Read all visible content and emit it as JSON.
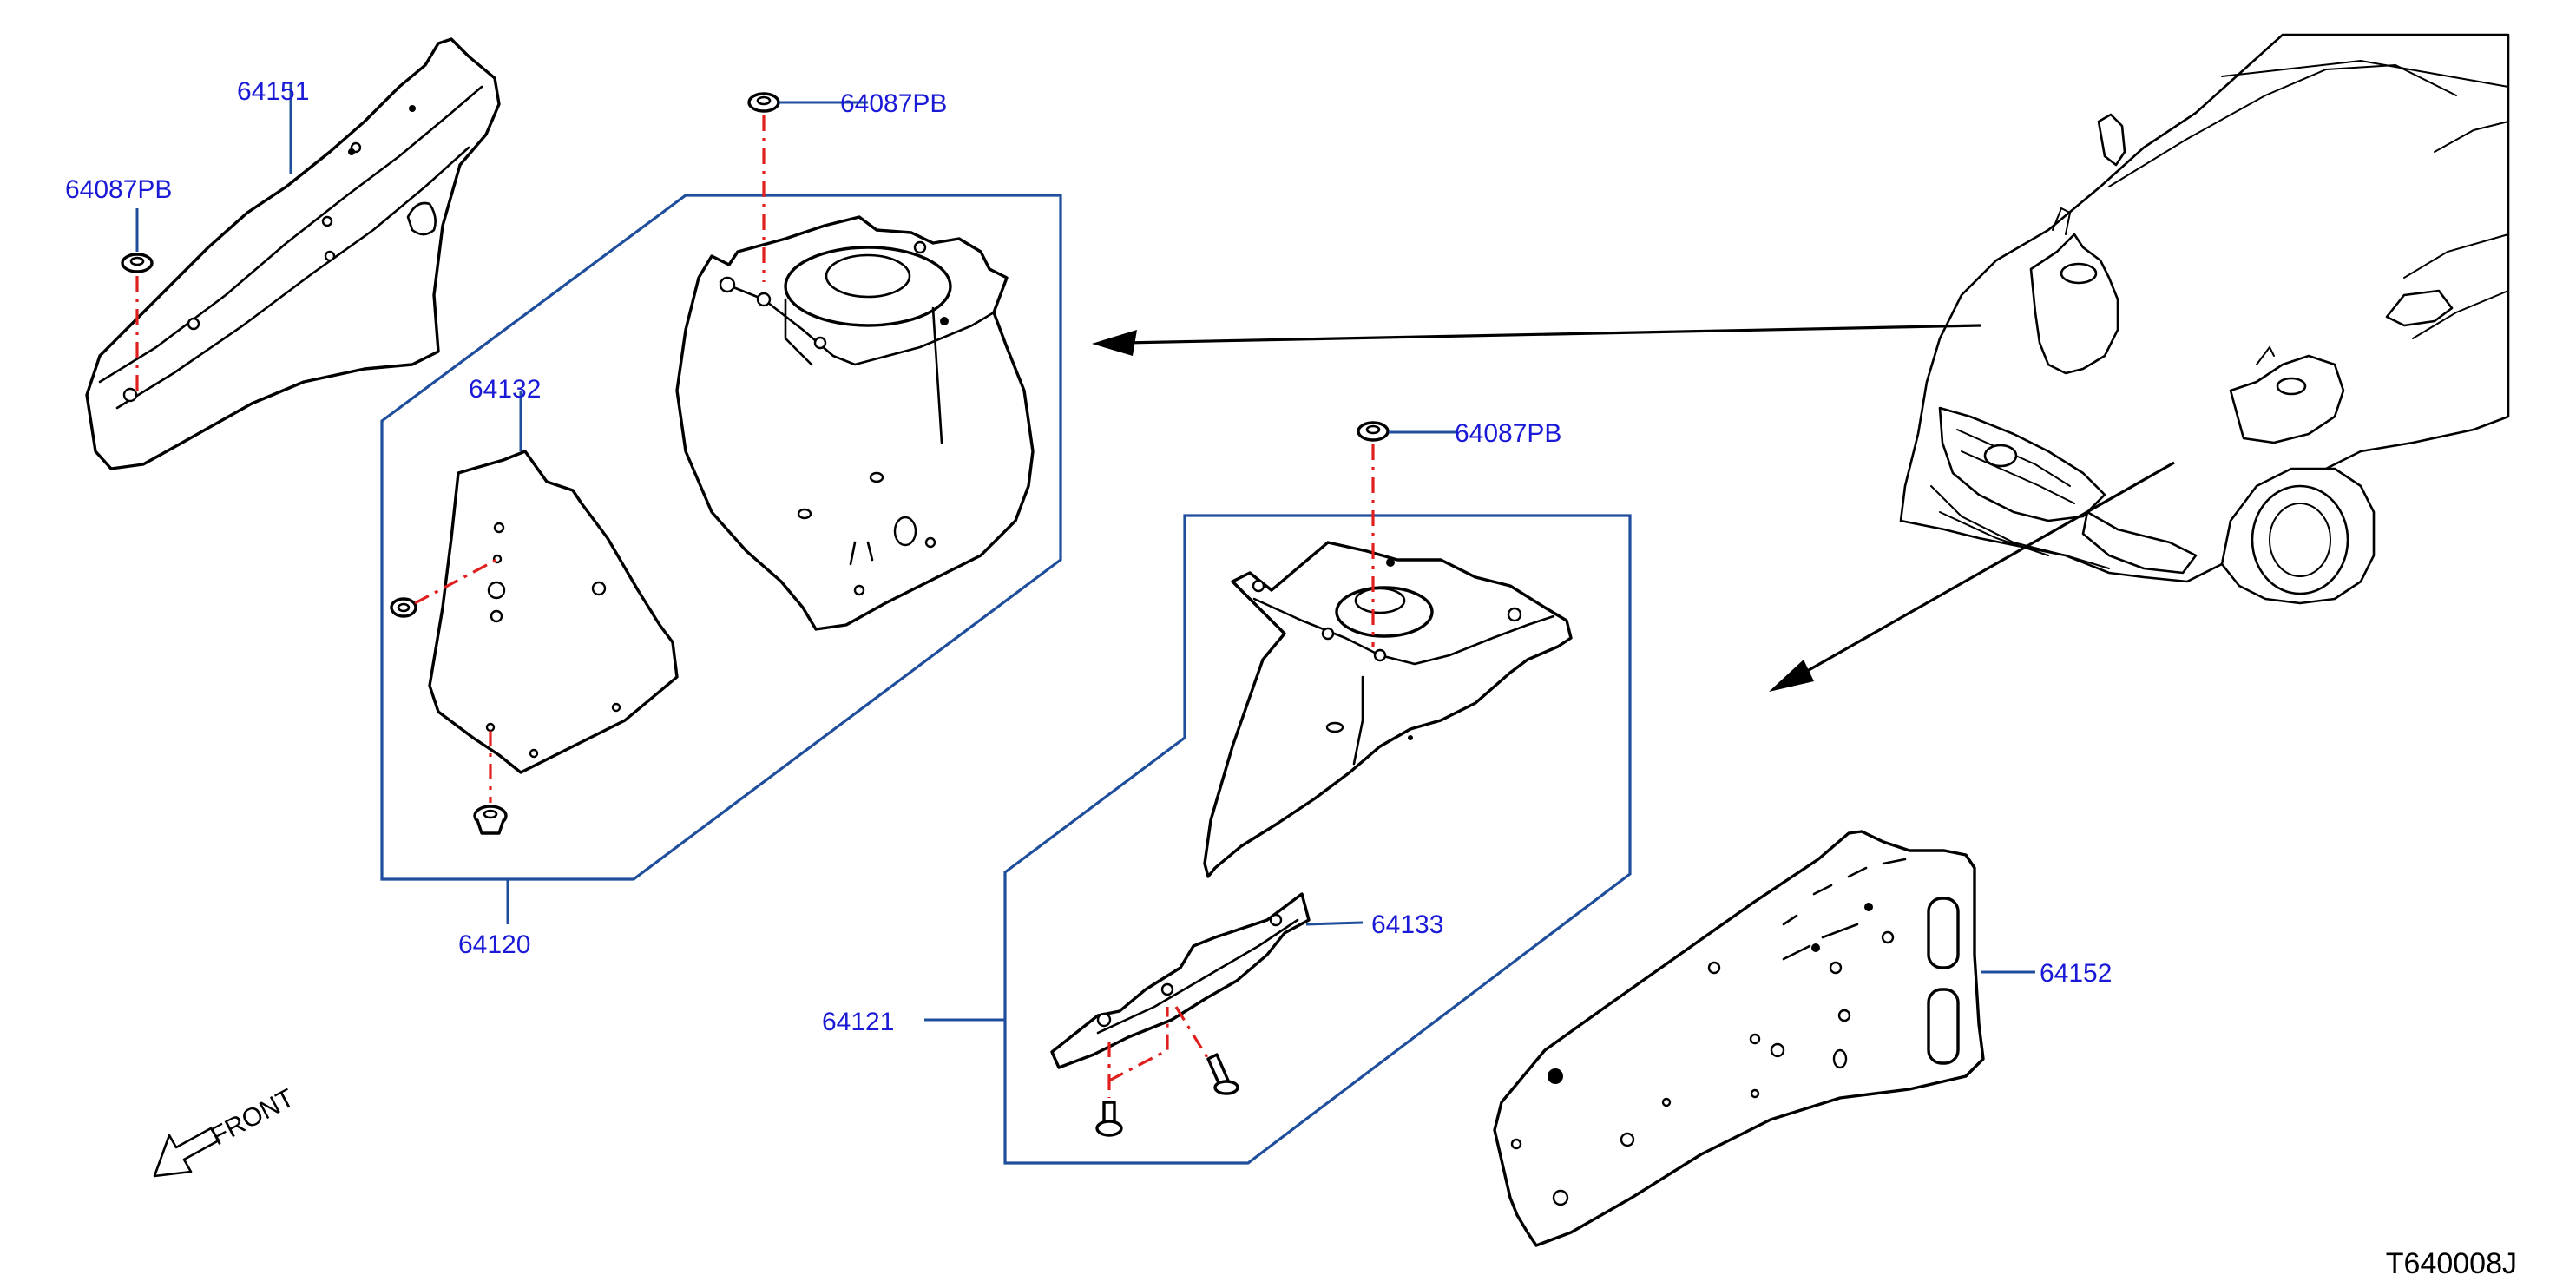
{
  "callouts": {
    "c64151": "64151",
    "c64087pb_left": "64087PB",
    "c64087pb_top": "64087PB",
    "c64132": "64132",
    "c64120": "64120",
    "c64087pb_mid": "64087PB",
    "c64133": "64133",
    "c64121": "64121",
    "c64152": "64152"
  },
  "front_label": "FRONT",
  "diagram_code": "T640008J",
  "colors": {
    "callout_text": "#1a1ad6",
    "group_frame": "#1f4e9c",
    "assembly_line": "#e0201e",
    "line_art": "#000000",
    "background": "#ffffff"
  },
  "icons": {
    "front_direction": "front-arrow-icon"
  }
}
